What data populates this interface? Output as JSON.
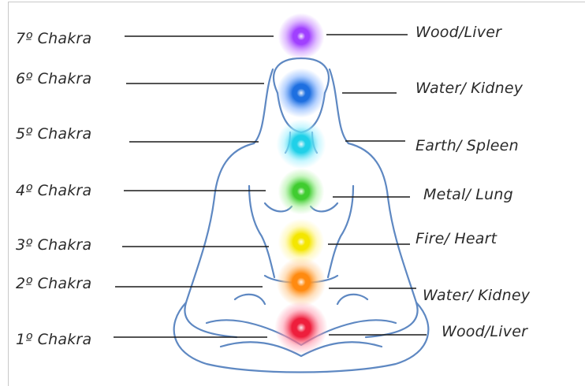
{
  "diagram": {
    "chakras": [
      {
        "label": "7º Chakra",
        "element": "Wood/Liver",
        "color": "#a040ff",
        "glow": "#c88cff"
      },
      {
        "label": "6º Chakra",
        "element": "Water/ Kidney",
        "color": "#1e6fe0",
        "glow": "#7fb0ff"
      },
      {
        "label": "5º Chakra",
        "element": "Earth/ Spleen",
        "color": "#20d0e8",
        "glow": "#9ff0ff"
      },
      {
        "label": "4º Chakra",
        "element": "Metal/ Lung",
        "color": "#40cc30",
        "glow": "#a6f09a"
      },
      {
        "label": "3º Chakra",
        "element": "Fire/ Heart",
        "color": "#f4e600",
        "glow": "#fff59a"
      },
      {
        "label": "2º Chakra",
        "element": "Water/ Kidney",
        "color": "#ff8a10",
        "glow": "#ffc88a"
      },
      {
        "label": "1º Chakra",
        "element": "Wood/Liver",
        "color": "#ee1e3c",
        "glow": "#ff9aae"
      }
    ],
    "outline_color": "#5e88c2",
    "line_color": "#1a1a1a"
  }
}
